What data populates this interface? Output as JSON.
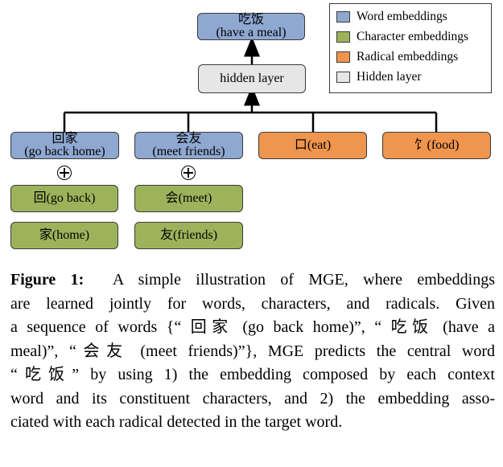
{
  "diagram": {
    "target_word": {
      "zh": "吃饭",
      "en": "(have a meal)"
    },
    "hidden": "hidden layer",
    "context_words": [
      {
        "zh": "回家",
        "en": "(go back home)"
      },
      {
        "zh": "会友",
        "en": "(meet friends)"
      }
    ],
    "radicals": [
      "口(eat)",
      "饣(food)"
    ],
    "characters": [
      [
        "回(go back)",
        "家(home)"
      ],
      [
        "会(meet)",
        "友(friends)"
      ]
    ],
    "plus_symbol": "⊕"
  },
  "legend": [
    {
      "label": "Word embeddings",
      "color": "#8fa8d2"
    },
    {
      "label": "Character embeddings",
      "color": "#9db35b"
    },
    {
      "label": "Radical embeddings",
      "color": "#f0954d"
    },
    {
      "label": "Hidden layer",
      "color": "#e6e6e6"
    }
  ],
  "caption": {
    "label": "Figure 1:",
    "lines": [
      "A simple illustration of MGE, where embeddings",
      "are learned jointly for words, characters, and radicals.  Given",
      "a sequence of words {“ 回家 (go back home)”, “ 吃饭 (have a",
      "meal)”, “会友 (meet friends)”}, MGE predicts the central word",
      "“吃饭” by using 1) the embedding composed by each context",
      "word and its constituent characters, and 2) the embedding asso-",
      "ciated with each radical detected in the target word."
    ]
  }
}
